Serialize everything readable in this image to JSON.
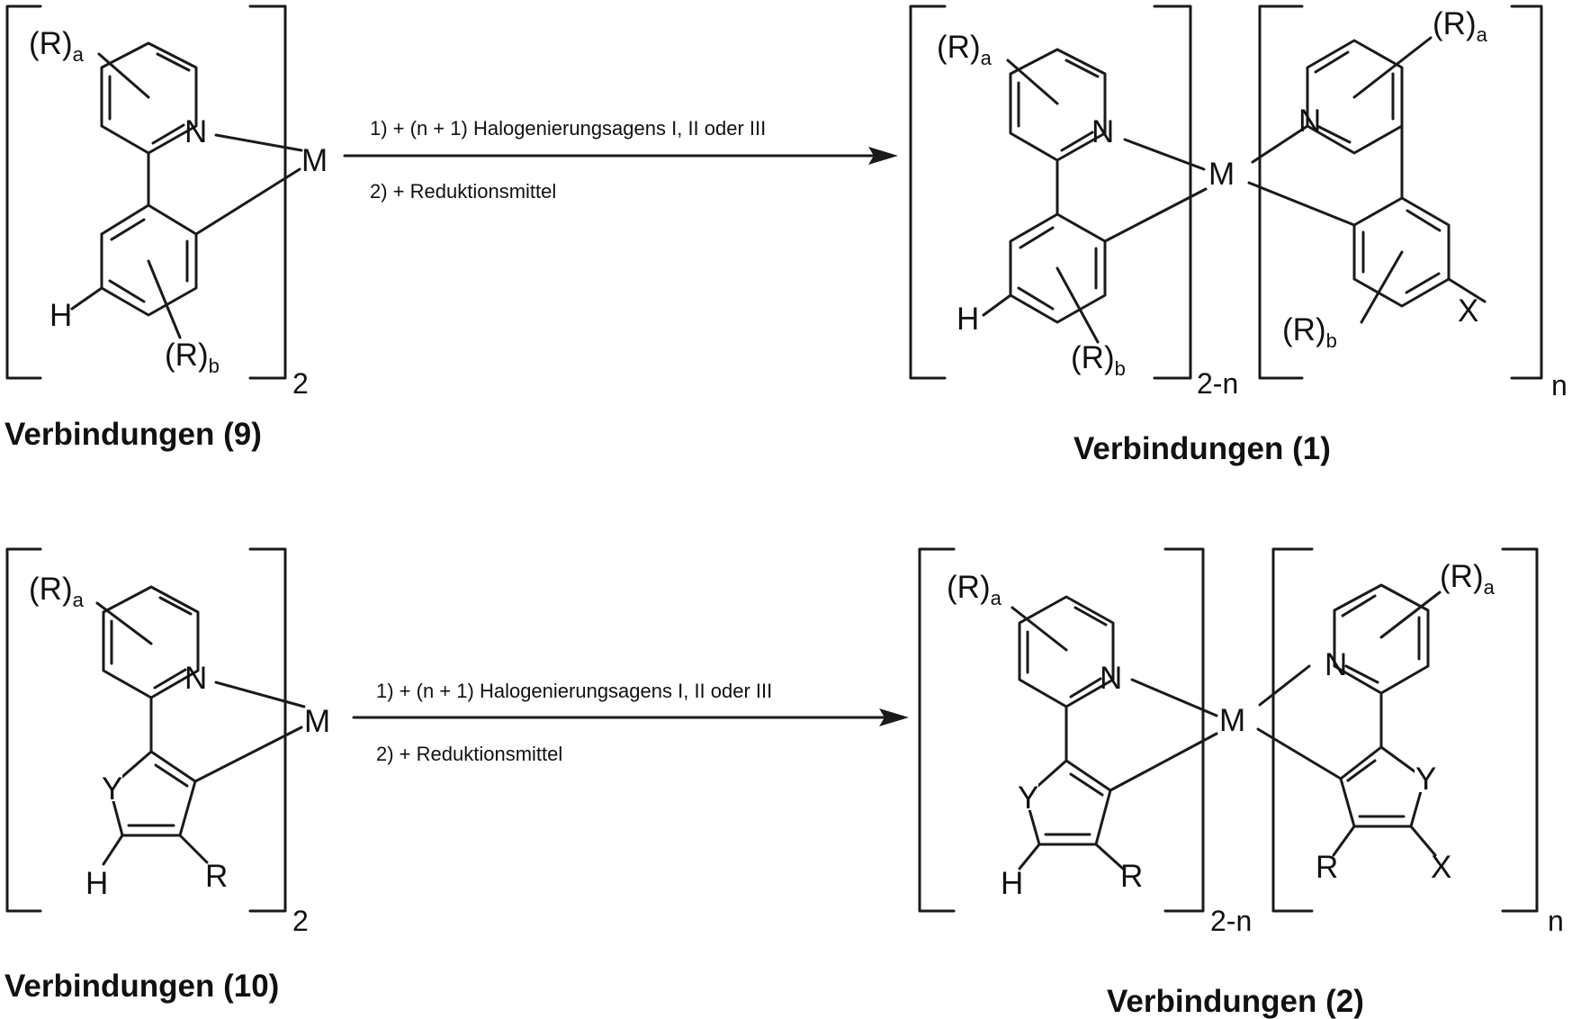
{
  "reactions": [
    {
      "id": "top",
      "reactant": {
        "label": "Verbindungen (9)",
        "multiplier": "2",
        "atoms": {
          "N": "N",
          "M": "M",
          "H": "H",
          "R": "R",
          "sub_a": "a",
          "sub_b": "b"
        }
      },
      "conditions": {
        "step1": "1) + (n + 1) Halogenierungsagens I, II oder III",
        "step2": "2) + Reduktionsmittel"
      },
      "product": {
        "label": "Verbindungen (1)",
        "left_multiplier": "2-n",
        "right_multiplier": "n",
        "atoms": {
          "N": "N",
          "M": "M",
          "H": "H",
          "X": "X",
          "R": "R",
          "sub_a": "a",
          "sub_b": "b"
        }
      }
    },
    {
      "id": "bottom",
      "reactant": {
        "label": "Verbindungen (10)",
        "multiplier": "2",
        "atoms": {
          "N": "N",
          "M": "M",
          "H": "H",
          "Y": "Y",
          "R": "R",
          "sub_a": "a"
        }
      },
      "conditions": {
        "step1": "1) + (n + 1) Halogenierungsagens I, II oder III",
        "step2": "2) + Reduktionsmittel"
      },
      "product": {
        "label": "Verbindungen (2)",
        "left_multiplier": "2-n",
        "right_multiplier": "n",
        "atoms": {
          "N": "N",
          "M": "M",
          "H": "H",
          "Y": "Y",
          "X": "X",
          "R": "R",
          "sub_a": "a"
        }
      }
    }
  ]
}
